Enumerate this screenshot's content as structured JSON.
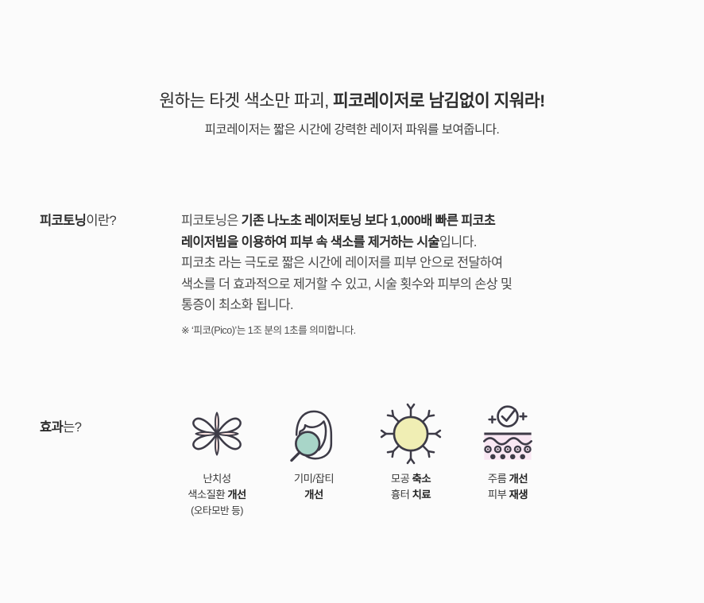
{
  "headline": {
    "part_regular": "원하는 타겟 색소만 파괴,",
    "part_bold": " 피코레이저로 남김없이 지워라!",
    "sub": "피코레이저는 짧은 시간에 강력한 레이저 파워를 보여줍니다."
  },
  "definition": {
    "label_bold": "피코토닝",
    "label_regular": "이란?",
    "lines": [
      {
        "segments": [
          {
            "text": "피코토닝은 ",
            "weight": "regular"
          },
          {
            "text": "기존 나노초 레이저토닝 보다 1,000배 빠른 피코초",
            "weight": "bold"
          }
        ]
      },
      {
        "segments": [
          {
            "text": "레이저빔을 이용하여 피부 속 색소를 제거하는 시술",
            "weight": "bold"
          },
          {
            "text": "입니다.",
            "weight": "regular"
          }
        ]
      },
      {
        "segments": [
          {
            "text": "피코초 라는 극도로 짧은 시간에 레이저를 피부 안으로 전달하여",
            "weight": "regular"
          }
        ]
      },
      {
        "segments": [
          {
            "text": "색소를 더 효과적으로 제거할 수 있고, 시술 횟수와 피부의 손상 및",
            "weight": "regular"
          }
        ]
      },
      {
        "segments": [
          {
            "text": "통증이 최소화 됩니다.",
            "weight": "regular"
          }
        ]
      }
    ],
    "note": "※ ‘피코(Pico)’는 1조 분의 1초를 의미합니다."
  },
  "effects": {
    "label_bold": "효과",
    "label_regular": "는?",
    "items": [
      {
        "icon": "flower-petals-icon",
        "caption_lines": [
          [
            {
              "text": "난치성",
              "weight": "regular"
            }
          ],
          [
            {
              "text": "색소질환 ",
              "weight": "regular"
            },
            {
              "text": "개선",
              "weight": "bold"
            }
          ],
          [
            {
              "text": "(오타모반 등)",
              "weight": "small"
            }
          ]
        ]
      },
      {
        "icon": "face-magnifier-icon",
        "caption_lines": [
          [
            {
              "text": "기미/잡티",
              "weight": "regular"
            }
          ],
          [
            {
              "text": "개선",
              "weight": "bold"
            }
          ]
        ]
      },
      {
        "icon": "pore-sun-icon",
        "caption_lines": [
          [
            {
              "text": "모공 ",
              "weight": "regular"
            },
            {
              "text": "축소",
              "weight": "bold"
            }
          ],
          [
            {
              "text": "흉터 ",
              "weight": "regular"
            },
            {
              "text": "치료",
              "weight": "bold"
            }
          ]
        ]
      },
      {
        "icon": "skin-regeneration-icon",
        "caption_lines": [
          [
            {
              "text": "주름 ",
              "weight": "regular"
            },
            {
              "text": "개선",
              "weight": "bold"
            }
          ],
          [
            {
              "text": "피부 ",
              "weight": "regular"
            },
            {
              "text": "재생",
              "weight": "bold"
            }
          ]
        ]
      }
    ]
  },
  "colors": {
    "background": "#fbfbfb",
    "text_dark": "#2e2e2e",
    "text_body": "#4a4a4a",
    "icon_stroke": "#3d3b47",
    "icon_pink": "#fae3e0",
    "icon_mint": "#a8d5c8",
    "icon_yellow": "#f0eeb4",
    "icon_lightpink": "#f9e7f3"
  }
}
